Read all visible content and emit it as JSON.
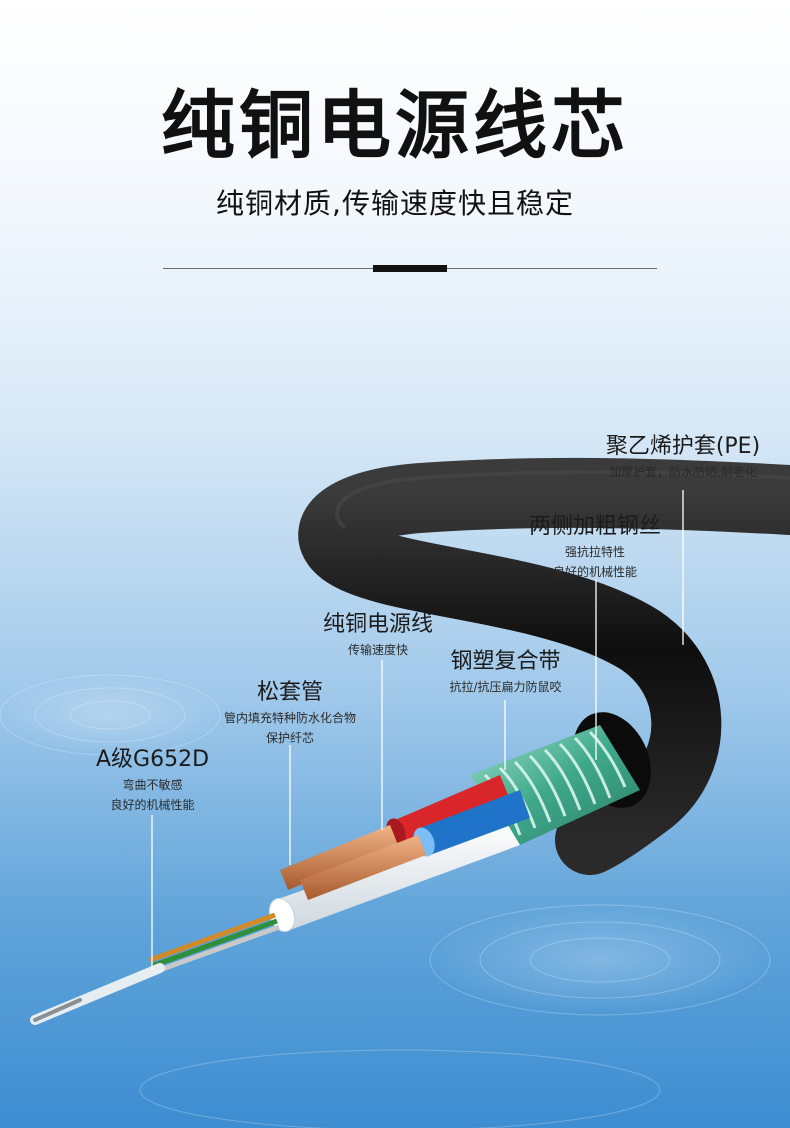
{
  "header": {
    "title": "纯铜电源线芯",
    "subtitle": "纯铜材质,传输速度快且稳定"
  },
  "labels": {
    "pe_jacket": {
      "title": "聚乙烯护套(PE)",
      "desc": [
        "加厚护套，防水防晒,耐老化"
      ]
    },
    "steel_wire": {
      "title": "两侧加粗钢丝",
      "desc": [
        "强抗拉特性",
        "良好的机械性能"
      ]
    },
    "power_wire": {
      "title": "纯铜电源线",
      "desc": [
        "传输速度快"
      ]
    },
    "steel_tape": {
      "title": "钢塑复合带",
      "desc": [
        "抗拉/抗压扁力防鼠咬"
      ]
    },
    "loose_tube": {
      "title": "松套管",
      "desc": [
        "管内填充特种防水化合物",
        "保护纤芯"
      ]
    },
    "fiber": {
      "title": "A级G652D",
      "desc": [
        "弯曲不敏感",
        "良好的机械性能"
      ]
    }
  },
  "colors": {
    "jacket": "#1a1a1a",
    "armor": "#4fb59a",
    "copper": "#c47a4a",
    "wire_red": "#d8262b",
    "wire_blue": "#1f73c9",
    "tube": "#f2f2f2"
  }
}
